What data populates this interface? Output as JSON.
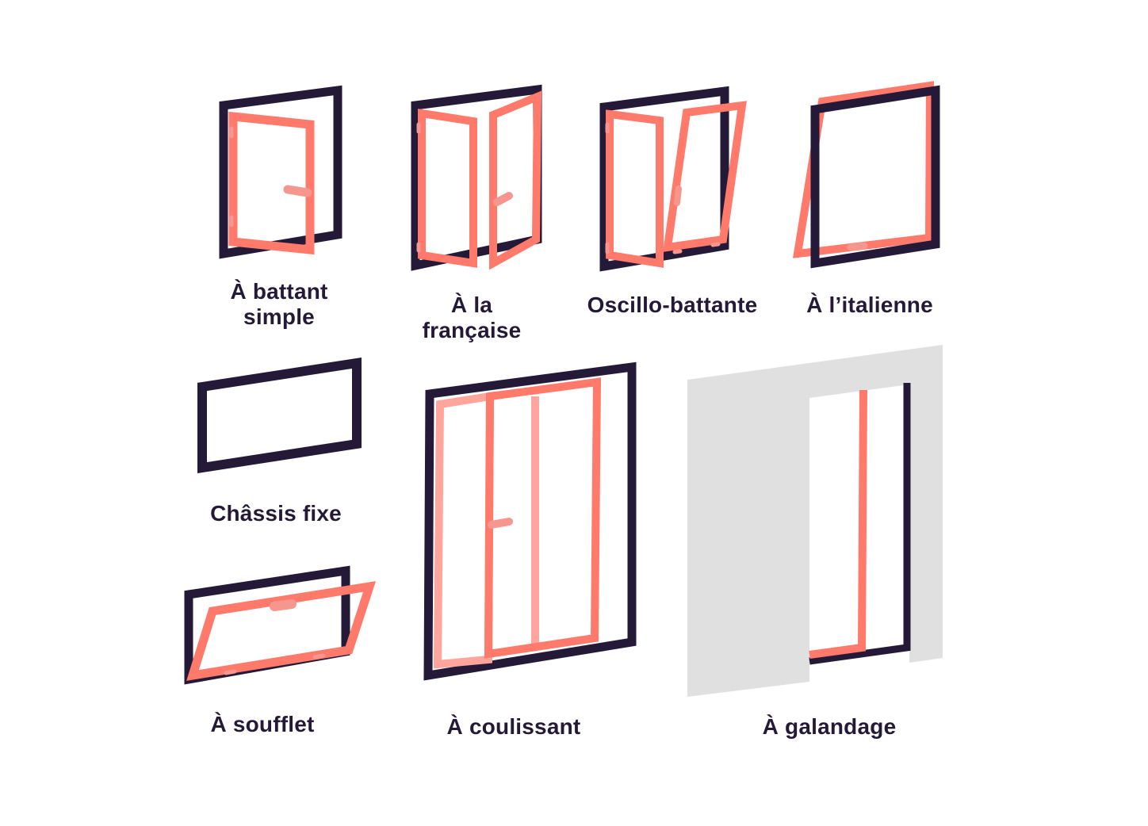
{
  "colors": {
    "frame": "#241a38",
    "sash": "#ff7a6b",
    "sash_light": "#ffa59b",
    "handle": "#f5978e",
    "wall": "#e0e0e0",
    "background": "#ffffff"
  },
  "windows": [
    {
      "id": "battant-simple",
      "label_line1": "À battant",
      "label_line2": "simple"
    },
    {
      "id": "francaise",
      "label_line1": "À la",
      "label_line2": "française"
    },
    {
      "id": "oscillo-battante",
      "label": "Oscillo-battante"
    },
    {
      "id": "italienne",
      "label": "À l’italienne"
    },
    {
      "id": "chassis-fixe",
      "label": "Châssis fixe"
    },
    {
      "id": "soufflet",
      "label": "À soufflet"
    },
    {
      "id": "coulissant",
      "label": "À coulissant"
    },
    {
      "id": "galandage",
      "label": "À galandage"
    }
  ]
}
